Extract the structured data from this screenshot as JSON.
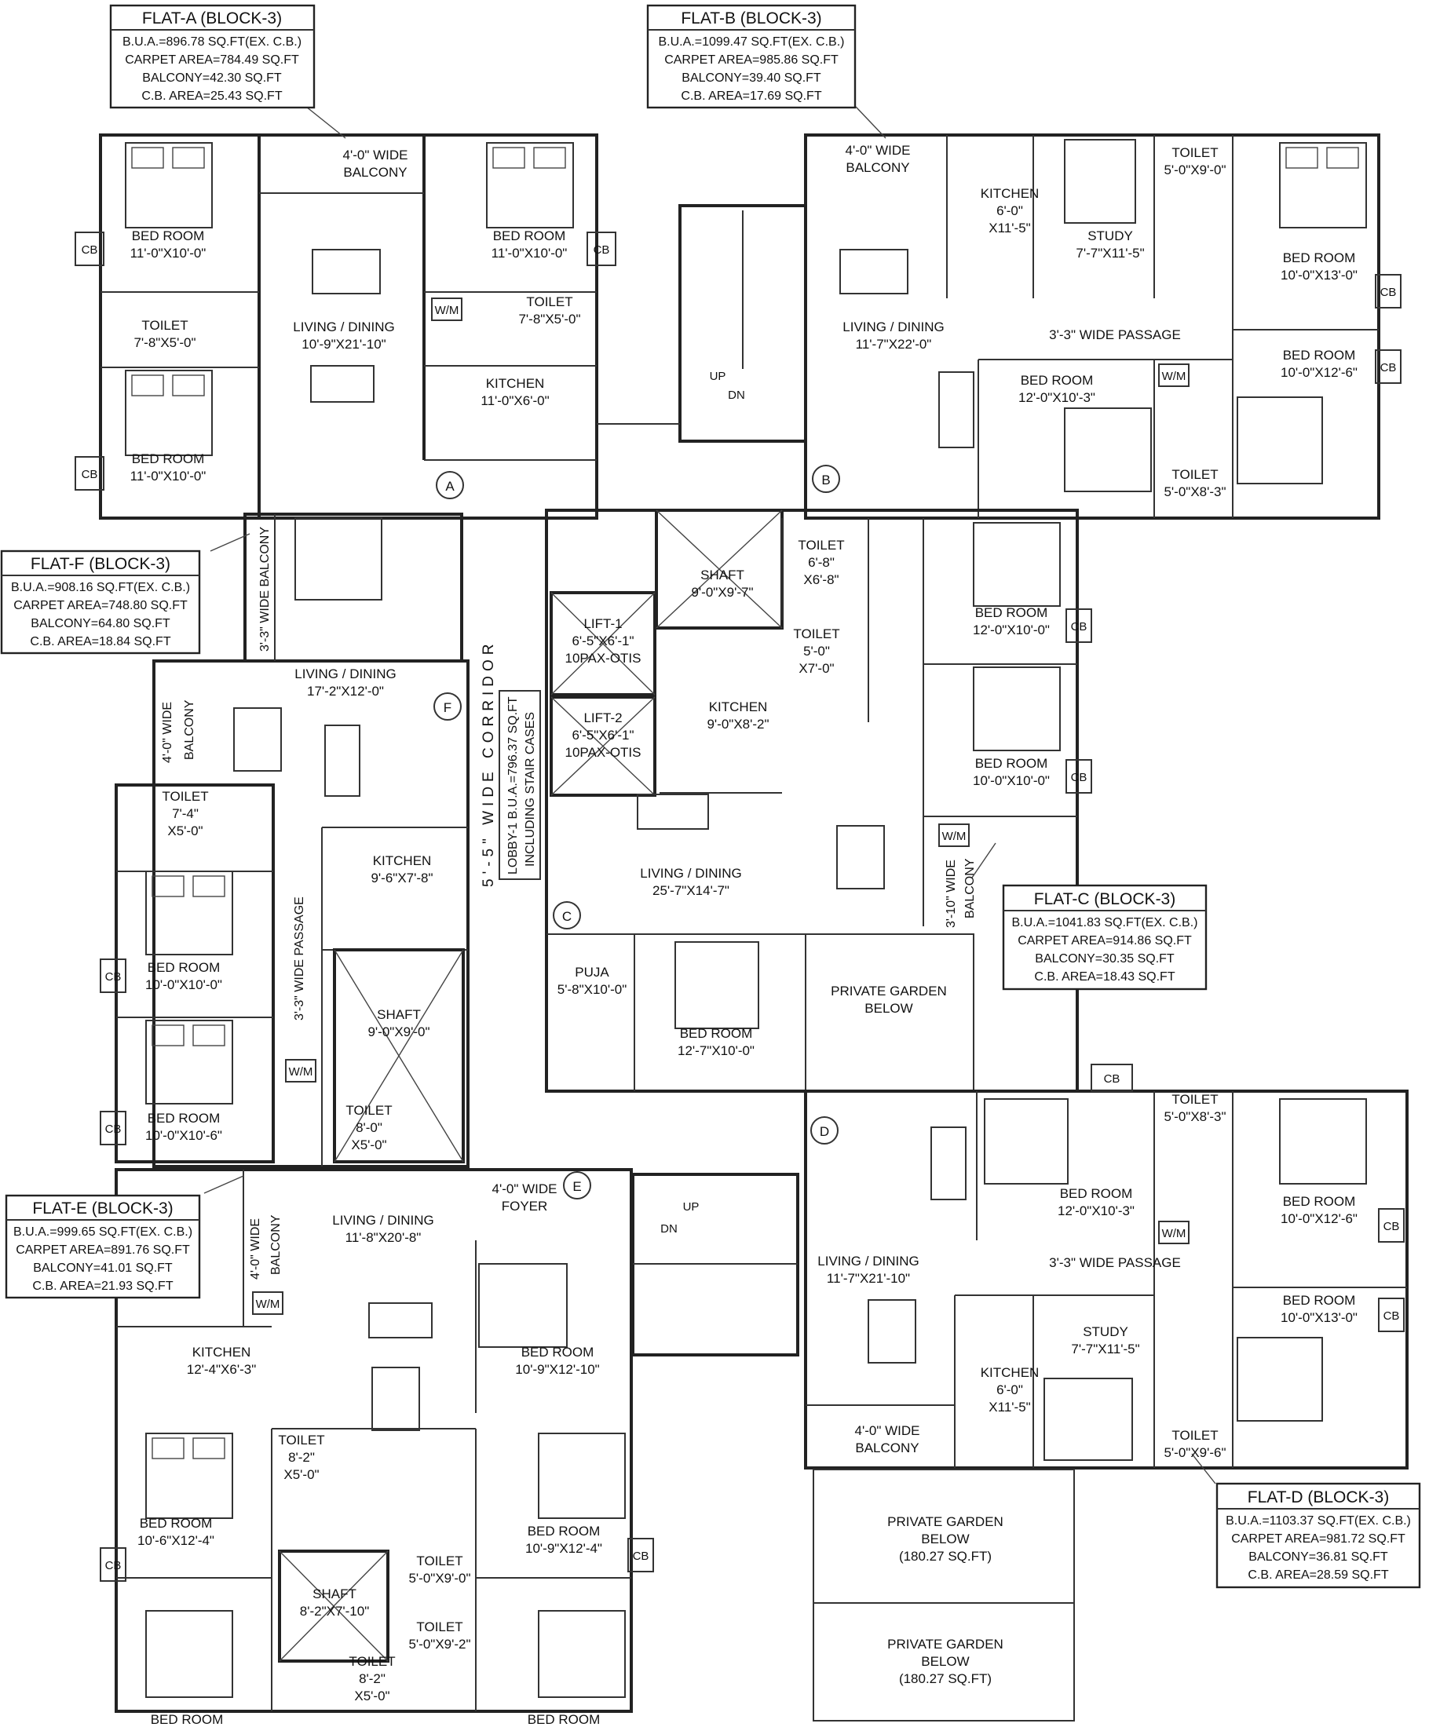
{
  "flat_tables": [
    {
      "id": "flat-a",
      "title": "FLAT-A (BLOCK-3)",
      "lines": [
        "B.U.A.=896.78 SQ.FT(EX. C.B.)",
        "CARPET AREA=784.49 SQ.FT",
        "BALCONY=42.30 SQ.FT",
        "C.B. AREA=25.43 SQ.FT"
      ]
    },
    {
      "id": "flat-b",
      "title": "FLAT-B (BLOCK-3)",
      "lines": [
        "B.U.A.=1099.47 SQ.FT(EX. C.B.)",
        "CARPET AREA=985.86 SQ.FT",
        "BALCONY=39.40 SQ.FT",
        "C.B. AREA=17.69 SQ.FT"
      ]
    },
    {
      "id": "flat-f",
      "title": "FLAT-F (BLOCK-3)",
      "lines": [
        "B.U.A.=908.16 SQ.FT(EX. C.B.)",
        "CARPET AREA=748.80 SQ.FT",
        "BALCONY=64.80 SQ.FT",
        "C.B. AREA=18.84 SQ.FT"
      ]
    },
    {
      "id": "flat-c",
      "title": "FLAT-C (BLOCK-3)",
      "lines": [
        "B.U.A.=1041.83 SQ.FT(EX. C.B.)",
        "CARPET AREA=914.86 SQ.FT",
        "BALCONY=30.35 SQ.FT",
        "C.B. AREA=18.43 SQ.FT"
      ]
    },
    {
      "id": "flat-e",
      "title": "FLAT-E (BLOCK-3)",
      "lines": [
        "B.U.A.=999.65 SQ.FT(EX. C.B.)",
        "CARPET AREA=891.76 SQ.FT",
        "BALCONY=41.01 SQ.FT",
        "C.B. AREA=21.93 SQ.FT"
      ]
    },
    {
      "id": "flat-d",
      "title": "FLAT-D (BLOCK-3)",
      "lines": [
        "B.U.A.=1103.37 SQ.FT(EX. C.B.)",
        "CARPET AREA=981.72 SQ.FT",
        "BALCONY=36.81 SQ.FT",
        "C.B. AREA=28.59 SQ.FT"
      ]
    }
  ],
  "rooms": [
    {
      "id": "a-bal",
      "lines": [
        "4'-0\" WIDE",
        "BALCONY"
      ]
    },
    {
      "id": "a-bed1",
      "lines": [
        "BED ROOM",
        "11'-0\"X10'-0\""
      ]
    },
    {
      "id": "a-bed2",
      "lines": [
        "BED ROOM",
        "11'-0\"X10'-0\""
      ]
    },
    {
      "id": "a-toi1",
      "lines": [
        "TOILET",
        "7'-8\"X5'-0\""
      ]
    },
    {
      "id": "a-toi2",
      "lines": [
        "TOILET",
        "7'-8\"X5'-0\""
      ]
    },
    {
      "id": "a-liv",
      "lines": [
        "LIVING / DINING",
        "10'-9\"X21'-10\""
      ]
    },
    {
      "id": "a-kit",
      "lines": [
        "KITCHEN",
        "11'-0\"X6'-0\""
      ]
    },
    {
      "id": "a-bed3",
      "lines": [
        "BED ROOM",
        "11'-0\"X10'-0\""
      ]
    },
    {
      "id": "b-bal",
      "lines": [
        "4'-0\" WIDE",
        "BALCONY"
      ]
    },
    {
      "id": "b-kit",
      "lines": [
        "KITCHEN",
        "6'-0\"",
        "X11'-5\""
      ]
    },
    {
      "id": "b-study",
      "lines": [
        "STUDY",
        "7'-7\"X11'-5\""
      ]
    },
    {
      "id": "b-toi1",
      "lines": [
        "TOILET",
        "5'-0\"X9'-0\""
      ]
    },
    {
      "id": "b-bed1",
      "lines": [
        "BED ROOM",
        "10'-0\"X13'-0\""
      ]
    },
    {
      "id": "b-liv",
      "lines": [
        "LIVING / DINING",
        "11'-7\"X22'-0\""
      ]
    },
    {
      "id": "b-pass",
      "lines": [
        "3'-3\" WIDE PASSAGE"
      ]
    },
    {
      "id": "b-bed2",
      "lines": [
        "BED ROOM",
        "12'-0\"X10'-3\""
      ]
    },
    {
      "id": "b-bed3",
      "lines": [
        "BED ROOM",
        "10'-0\"X12'-6\""
      ]
    },
    {
      "id": "b-toi2",
      "lines": [
        "TOILET",
        "5'-0\"X8'-3\""
      ]
    },
    {
      "id": "f-liv",
      "lines": [
        "LIVING / DINING",
        "17'-2\"X12'-0\""
      ]
    },
    {
      "id": "f-toi1",
      "lines": [
        "TOILET",
        "7'-4\"",
        "X5'-0\""
      ]
    },
    {
      "id": "f-kit",
      "lines": [
        "KITCHEN",
        "9'-6\"X7'-8\""
      ]
    },
    {
      "id": "f-bed1",
      "lines": [
        "BED ROOM",
        "10'-0\"X10'-0\""
      ]
    },
    {
      "id": "f-bed2",
      "lines": [
        "BED ROOM",
        "10'-0\"X10'-6\""
      ]
    },
    {
      "id": "f-toi2",
      "lines": [
        "TOILET",
        "8'-0\"",
        "X5'-0\""
      ]
    },
    {
      "id": "shaft1",
      "lines": [
        "SHAFT",
        "9'-0\"X9'-7\""
      ]
    },
    {
      "id": "shaft2",
      "lines": [
        "SHAFT",
        "9'-0\"X9'-0\""
      ]
    },
    {
      "id": "shaft3",
      "lines": [
        "SHAFT",
        "8'-2\"X7'-10\""
      ]
    },
    {
      "id": "lift1",
      "lines": [
        "LIFT-1",
        "6'-5\"X6'-1\"",
        "10PAX-OTIS"
      ]
    },
    {
      "id": "lift2",
      "lines": [
        "LIFT-2",
        "6'-5\"X6'-1\"",
        "10PAX-OTIS"
      ]
    },
    {
      "id": "c-toi1",
      "lines": [
        "TOILET",
        "6'-8\"",
        "X6'-8\""
      ]
    },
    {
      "id": "c-toi2",
      "lines": [
        "TOILET",
        "5'-0\"",
        "X7'-0\""
      ]
    },
    {
      "id": "c-kit",
      "lines": [
        "KITCHEN",
        "9'-0\"X8'-2\""
      ]
    },
    {
      "id": "c-bed1",
      "lines": [
        "BED ROOM",
        "12'-0\"X10'-0\""
      ]
    },
    {
      "id": "c-bed2",
      "lines": [
        "BED ROOM",
        "10'-0\"X10'-0\""
      ]
    },
    {
      "id": "c-liv",
      "lines": [
        "LIVING / DINING",
        "25'-7\"X14'-7\""
      ]
    },
    {
      "id": "c-puja",
      "lines": [
        "PUJA",
        "5'-8\"X10'-0\""
      ]
    },
    {
      "id": "c-bed3",
      "lines": [
        "BED ROOM",
        "12'-7\"X10'-0\""
      ]
    },
    {
      "id": "garden1",
      "lines": [
        "PRIVATE GARDEN",
        "BELOW"
      ]
    },
    {
      "id": "e-foyer",
      "lines": [
        "4'-0\" WIDE",
        "FOYER"
      ]
    },
    {
      "id": "e-liv",
      "lines": [
        "LIVING / DINING",
        "11'-8\"X20'-8\""
      ]
    },
    {
      "id": "e-kit",
      "lines": [
        "KITCHEN",
        "12'-4\"X6'-3\""
      ]
    },
    {
      "id": "e-bed1",
      "lines": [
        "BED ROOM",
        "10'-9\"X12'-10\""
      ]
    },
    {
      "id": "e-bed2",
      "lines": [
        "BED ROOM",
        "10'-6\"X12'-4\""
      ]
    },
    {
      "id": "e-bed3",
      "lines": [
        "BED ROOM",
        "10'-9\"X12'-4\""
      ]
    },
    {
      "id": "e-toi1",
      "lines": [
        "TOILET",
        "8'-2\"",
        "X5'-0\""
      ]
    },
    {
      "id": "e-toi2",
      "lines": [
        "TOILET",
        "5'-0\"X9'-0\""
      ]
    },
    {
      "id": "e-toi3",
      "lines": [
        "TOILET",
        "5'-0\"X9'-2\""
      ]
    },
    {
      "id": "e-toi4",
      "lines": [
        "TOILET",
        "8'-2\"",
        "X5'-0\""
      ]
    },
    {
      "id": "e-bed4",
      "lines": [
        "BED ROOM"
      ]
    },
    {
      "id": "e-bed5",
      "lines": [
        "BED ROOM"
      ]
    },
    {
      "id": "d-bed1",
      "lines": [
        "BED ROOM",
        "12'-0\"X10'-3\""
      ]
    },
    {
      "id": "d-toi1",
      "lines": [
        "TOILET",
        "5'-0\"X8'-3\""
      ]
    },
    {
      "id": "d-bed2",
      "lines": [
        "BED ROOM",
        "10'-0\"X12'-6\""
      ]
    },
    {
      "id": "d-liv",
      "lines": [
        "LIVING / DINING",
        "11'-7\"X21'-10\""
      ]
    },
    {
      "id": "d-pass",
      "lines": [
        "3'-3\" WIDE PASSAGE"
      ]
    },
    {
      "id": "d-study",
      "lines": [
        "STUDY",
        "7'-7\"X11'-5\""
      ]
    },
    {
      "id": "d-bed3",
      "lines": [
        "BED ROOM",
        "10'-0\"X13'-0\""
      ]
    },
    {
      "id": "d-kit",
      "lines": [
        "KITCHEN",
        "6'-0\"",
        "X11'-5\""
      ]
    },
    {
      "id": "d-bal",
      "lines": [
        "4'-0\" WIDE",
        "BALCONY"
      ]
    },
    {
      "id": "d-toi2",
      "lines": [
        "TOILET",
        "5'-0\"X9'-6\""
      ]
    },
    {
      "id": "garden2",
      "lines": [
        "PRIVATE GARDEN",
        "BELOW",
        "(180.27 SQ.FT)"
      ]
    },
    {
      "id": "garden3",
      "lines": [
        "PRIVATE GARDEN",
        "BELOW",
        "(180.27 SQ.FT)"
      ]
    }
  ],
  "vertical_labels": {
    "corridor": "5'-5\" WIDE CORRIDOR",
    "lobby1": "LOBBY-1 B.U.A.=796.37 SQ.FT",
    "lobby2": "INCLUDING STAIR CASES",
    "f_balcony_top": "3'-3\" WIDE BALCONY",
    "f_balcony_left1": "4'-0\" WIDE",
    "f_balcony_left2": "BALCONY",
    "f_passage": "3'-3\" WIDE PASSAGE",
    "c_balcony1": "3'-10\" WIDE",
    "c_balcony2": "BALCONY",
    "e_balcony1": "4'-0\" WIDE",
    "e_balcony2": "BALCONY"
  },
  "small_labels": {
    "cb": "CB",
    "wm": "W/M",
    "up": "UP",
    "dn": "DN"
  },
  "flat_markers": [
    "A",
    "B",
    "C",
    "D",
    "E",
    "F"
  ]
}
